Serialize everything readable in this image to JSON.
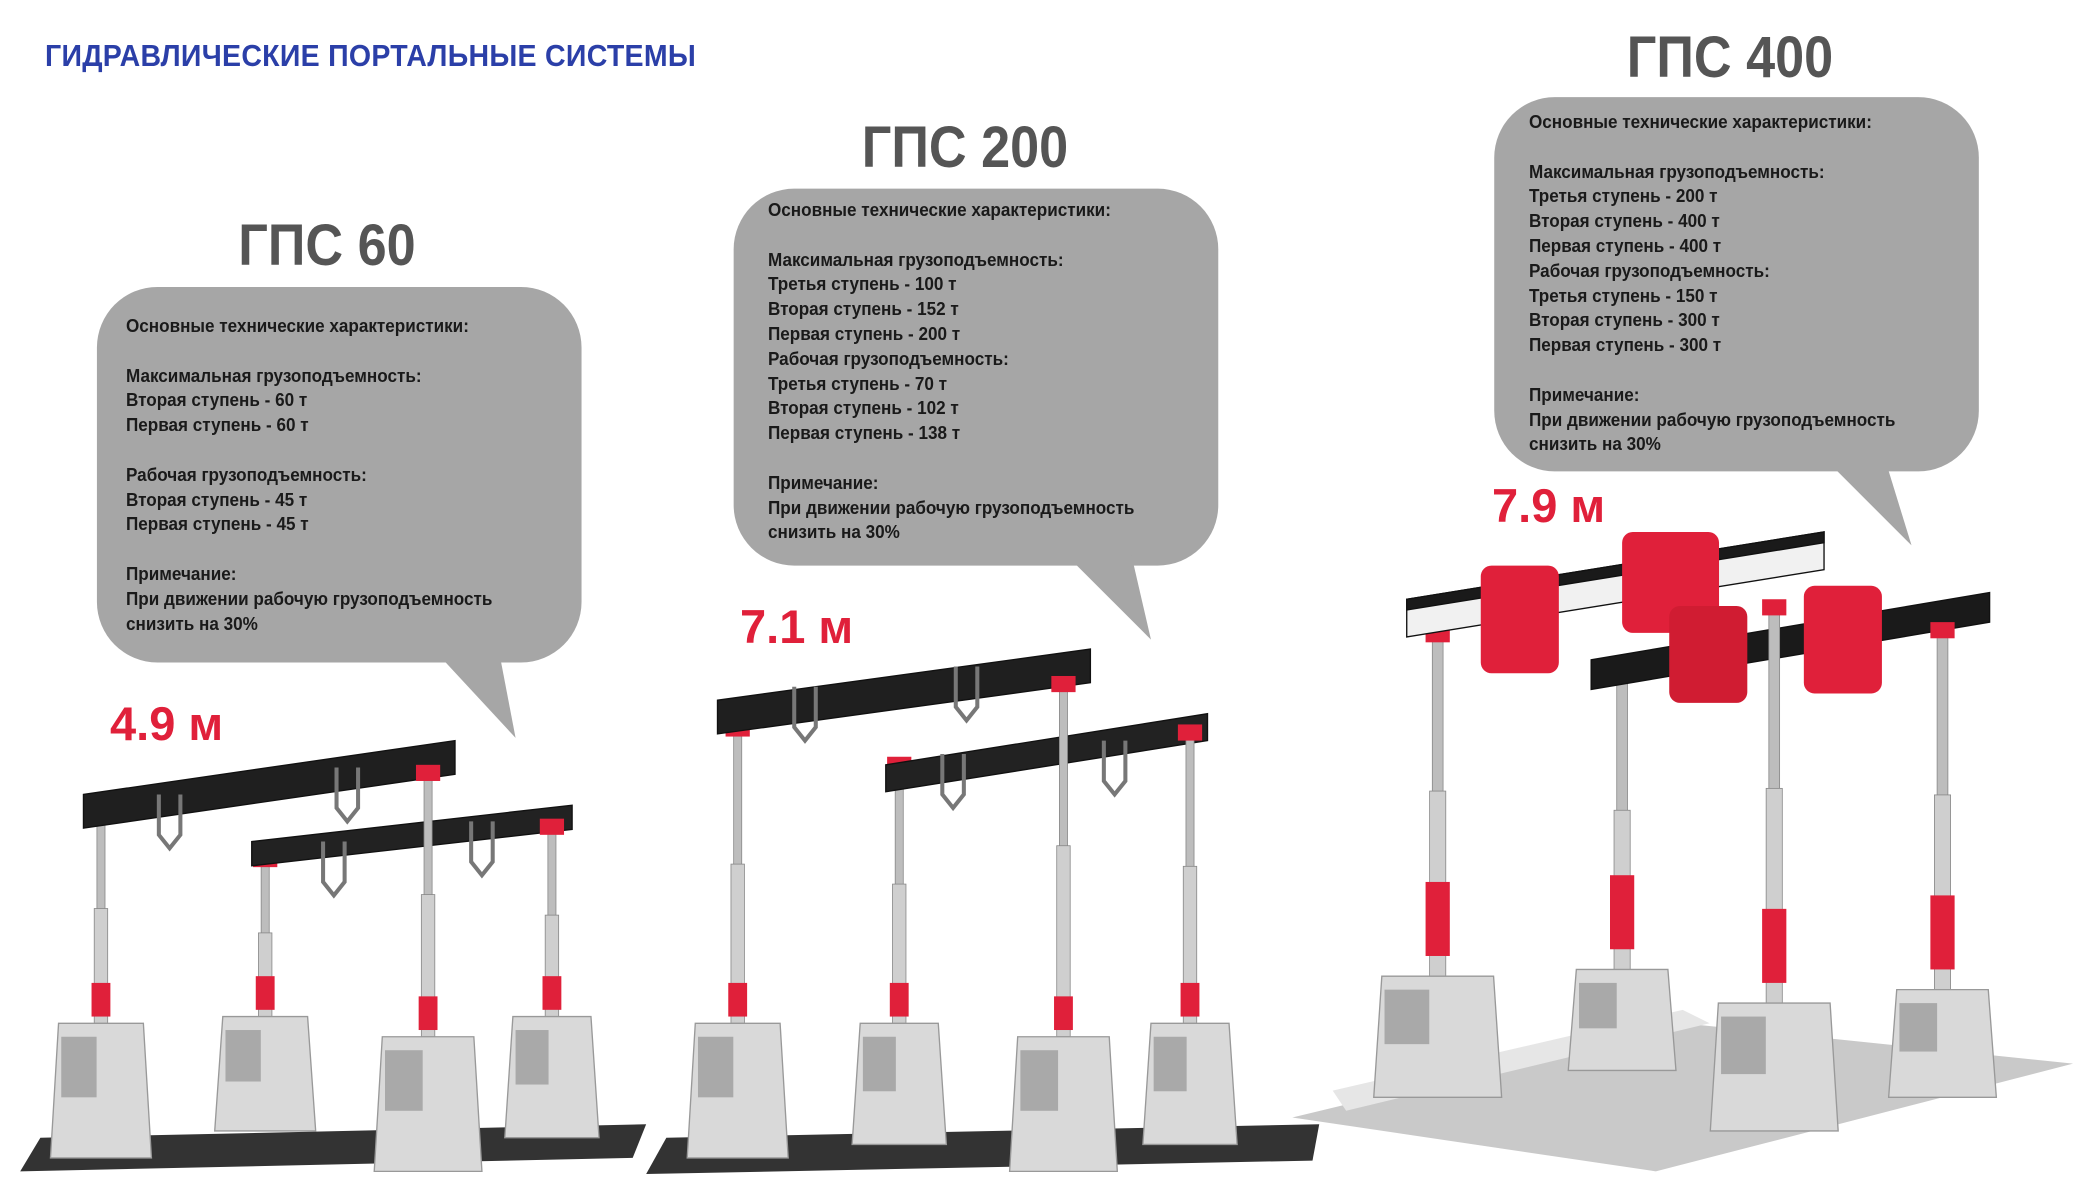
{
  "page_title": "ГИДРАВЛИЧЕСКИЕ ПОРТАЛЬНЫЕ СИСТЕМЫ",
  "colors": {
    "title": "#2b3fa8",
    "model": "#555555",
    "bubble": "#a6a6a6",
    "height": "#e0203a"
  },
  "systems": [
    {
      "model": "ГПС 60",
      "lift_height": "4.9 м",
      "specs": "Основные технические характеристики:\n\nМаксимальная грузоподъемность:\nВторая ступень - 60 т\nПервая ступень - 60 т\n\nРабочая грузоподъемность:\nВторая ступень - 45 т\nПервая ступень - 45 т\n\nПримечание:\nПри движении рабочую грузоподъемность\nснизить на 30%"
    },
    {
      "model": "ГПС 200",
      "lift_height": "7.1 м",
      "specs": "Основные технические характеристики:\n\nМаксимальная грузоподъемность:\nТретья ступень - 100 т\nВторая ступень - 152 т\nПервая ступень - 200 т\nРабочая грузоподъемность:\nТретья ступень - 70 т\nВторая ступень - 102 т\nПервая ступень - 138 т\n\nПримечание:\nПри движении рабочую грузоподъемность\nснизить на 30%"
    },
    {
      "model": "ГПС 400",
      "lift_height": "7.9 м",
      "specs": "Основные технические характеристики:\n\nМаксимальная грузоподъемность:\nТретья ступень - 200 т\nВторая ступень - 400 т\nПервая ступень - 400 т\nРабочая грузоподъемность:\nТретья ступень - 150 т\nВторая ступень - 300 т\nПервая ступень - 300 т\n\nПримечание:\nПри движении рабочую грузоподъемность\nснизить на 30%"
    }
  ]
}
